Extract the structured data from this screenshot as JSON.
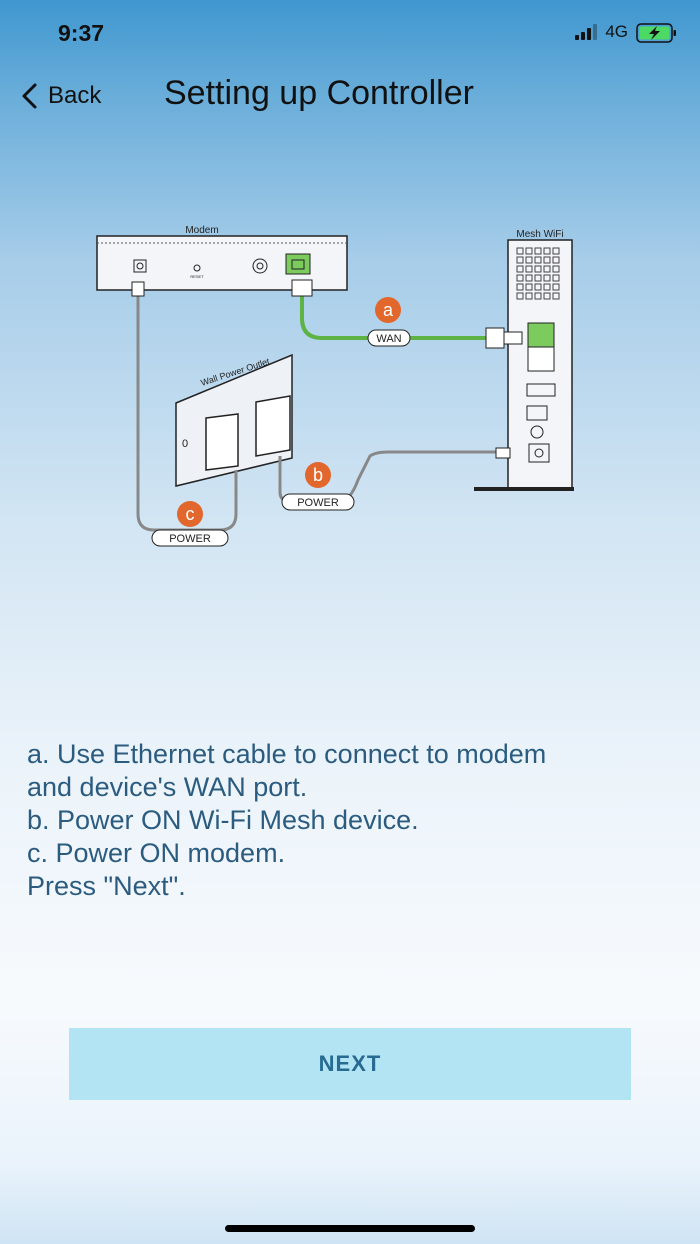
{
  "status_bar": {
    "time": "9:37",
    "network": "4G"
  },
  "nav": {
    "back_label": "Back",
    "title": "Setting up Controller"
  },
  "diagram": {
    "modem_label": "Modem",
    "mesh_label": "Mesh WiFi",
    "wall_outlet_label": "Wall Power Outlet",
    "outlet_mark": "0",
    "reset_mark": "RESET",
    "badge_a": "a",
    "badge_b": "b",
    "badge_c": "c",
    "wan_label": "WAN",
    "power_label_b": "POWER",
    "power_label_c": "POWER",
    "colors": {
      "badge": "#e2672c",
      "ethernet": "#5fb244",
      "port": "#7ccb5d"
    }
  },
  "instructions": {
    "lines": [
      "a. Use Ethernet cable to connect to modem",
      "and device's WAN port.",
      "b. Power ON Wi-Fi Mesh device.",
      "c. Power ON modem.",
      "Press \"Next\"."
    ]
  },
  "next_button": {
    "label": "NEXT"
  },
  "colors": {
    "text": "#2b5c80",
    "button_bg": "#b2e4f3",
    "button_text": "#276b93"
  }
}
